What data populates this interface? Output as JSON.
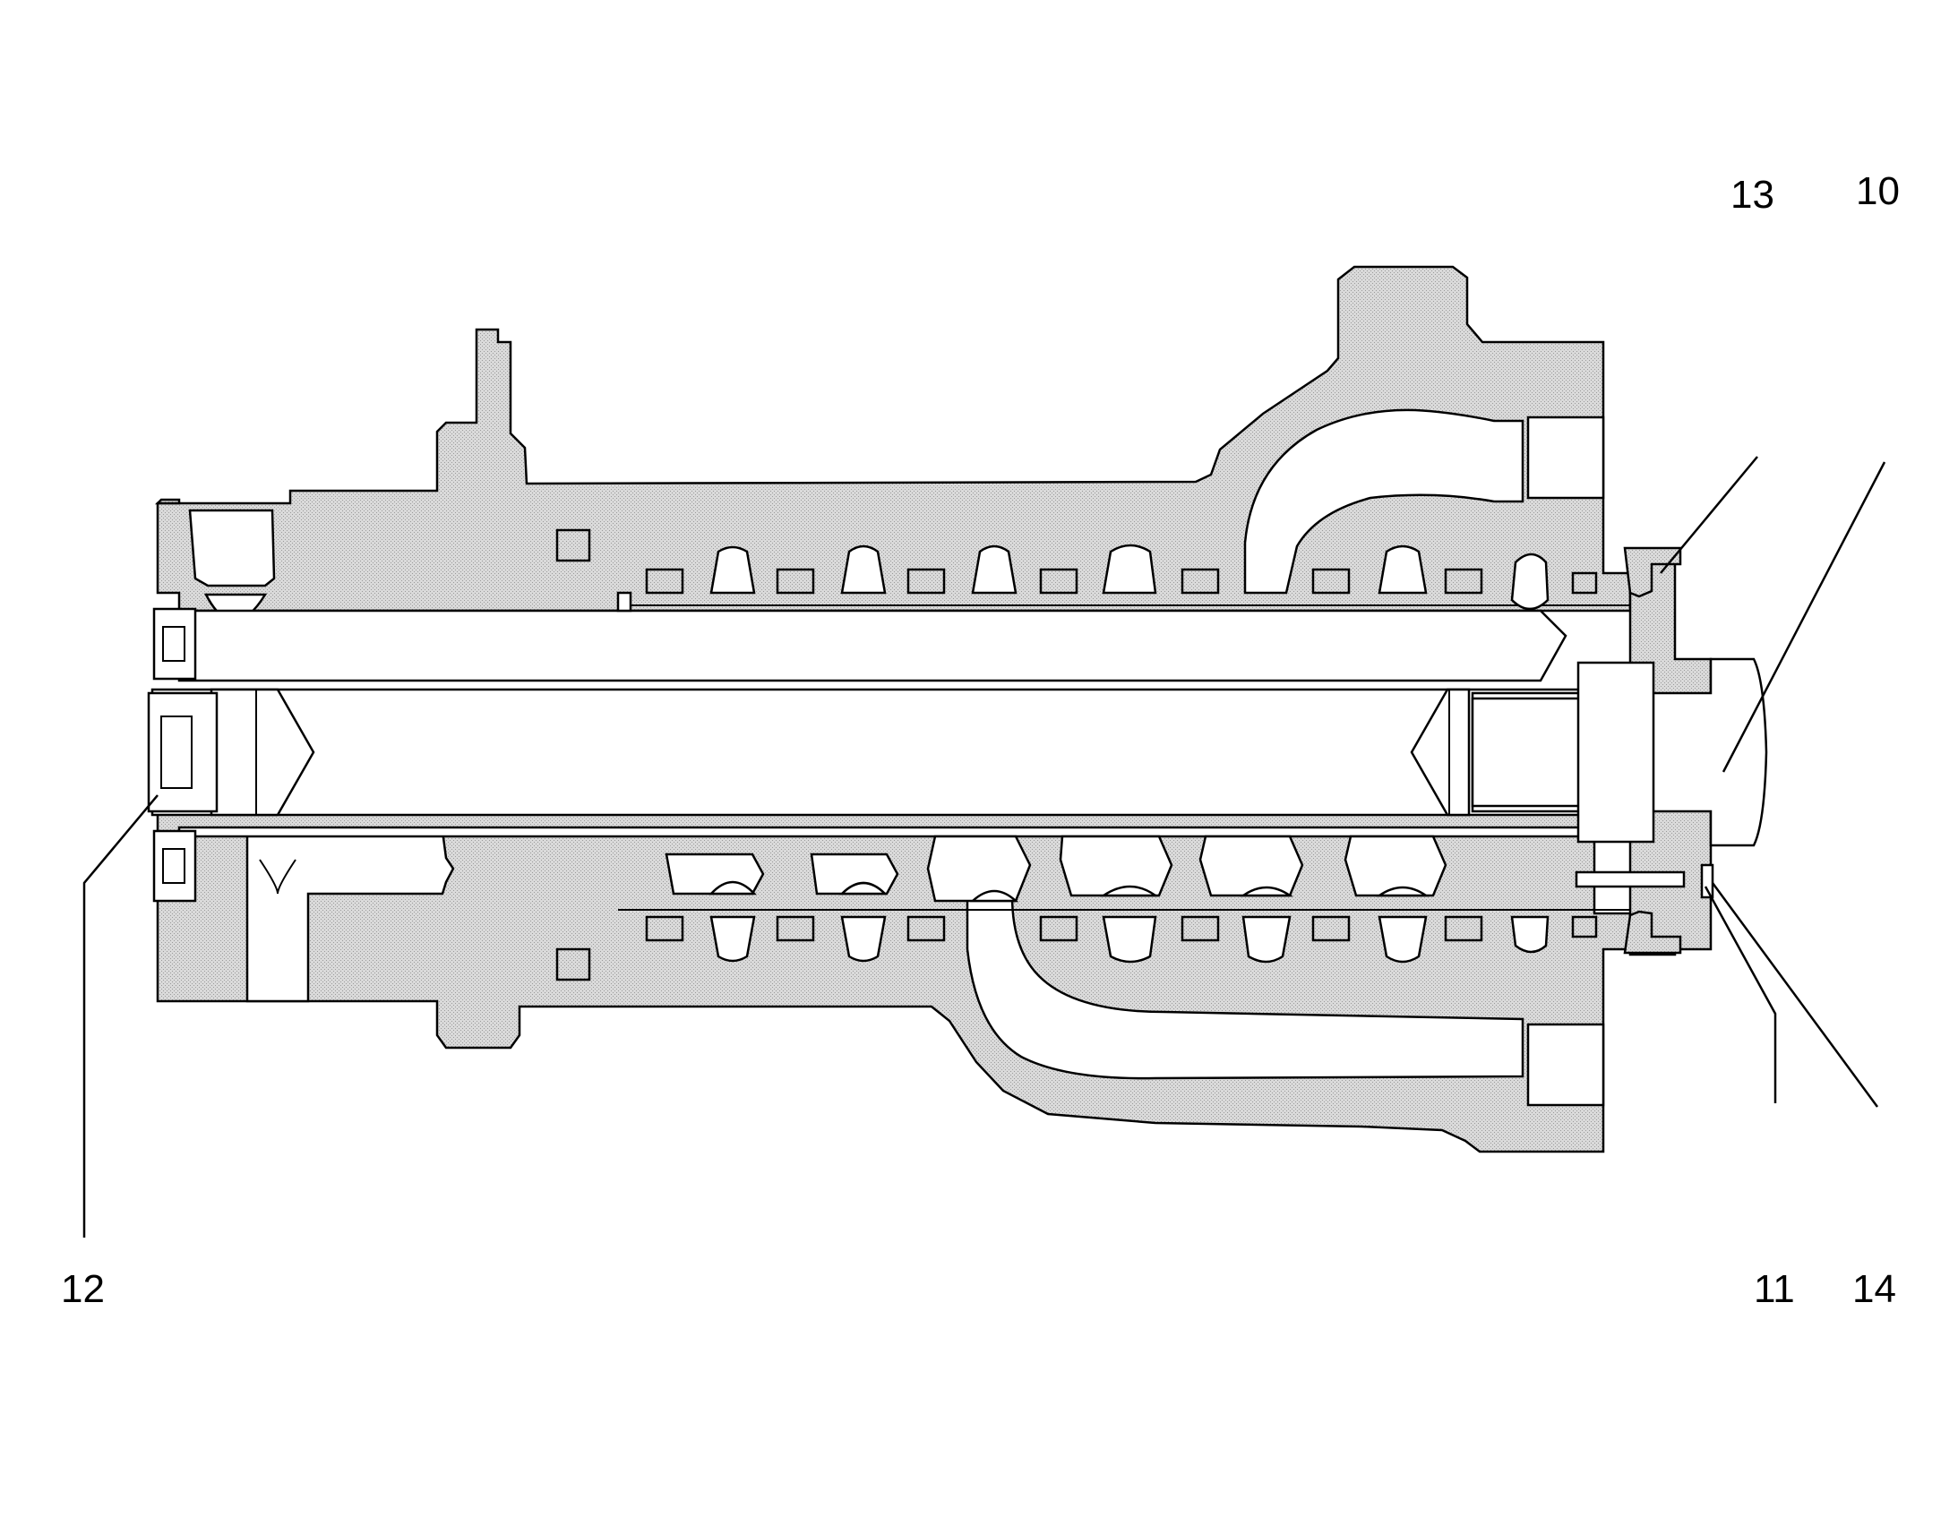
{
  "diagram": {
    "callouts": [
      {
        "id": "c10",
        "label": "10"
      },
      {
        "id": "c11",
        "label": "11"
      },
      {
        "id": "c12",
        "label": "12"
      },
      {
        "id": "c13",
        "label": "13"
      },
      {
        "id": "c14",
        "label": "14"
      }
    ],
    "colors": {
      "line": "#000000",
      "fill_stipple": "#d6d6d6",
      "background": "#ffffff"
    }
  }
}
